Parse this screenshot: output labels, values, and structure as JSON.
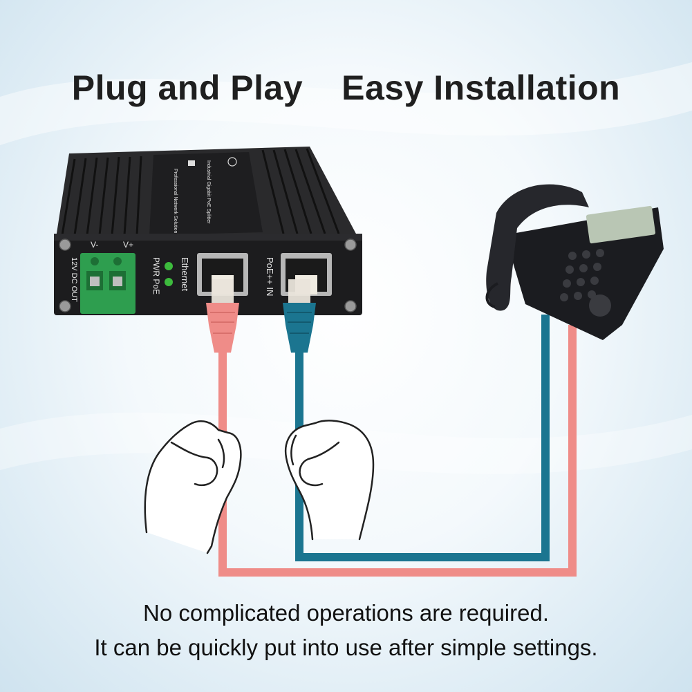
{
  "headline": {
    "left": "Plug and Play",
    "right": "Easy Installation"
  },
  "caption": {
    "line1": "No complicated operations are required.",
    "line2": "It can be quickly put into use after simple settings."
  },
  "device": {
    "terminal_label": "12V DC OUT",
    "v_minus": "V-",
    "v_plus": "V+",
    "led_label": "PWR PoE",
    "port1_label": "Ethernet",
    "port2_label": "PoE++ IN",
    "top_label_1": "Industrial Gigabit PoE Splitter",
    "top_label_2": "Professional Network Solution"
  },
  "colors": {
    "red_cable": "#ef8c88",
    "blue_cable": "#1b7590",
    "device_body": "#1c1c1e",
    "terminal_green": "#2e9e4f",
    "led_green": "#3dbb3d"
  }
}
